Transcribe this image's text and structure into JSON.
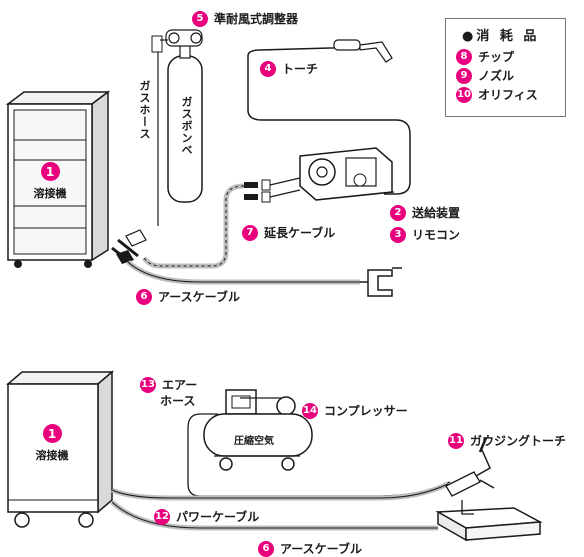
{
  "consumables": {
    "title": "●消 耗 品",
    "items": [
      {
        "num": "8",
        "label": "チップ"
      },
      {
        "num": "9",
        "label": "ノズル"
      },
      {
        "num": "10",
        "label": "オリフィス"
      }
    ]
  },
  "top": {
    "welder": {
      "num": "1",
      "label": "溶接機"
    },
    "regulator": {
      "num": "5",
      "label": "準耐風式調整器"
    },
    "torch": {
      "num": "4",
      "label": "トーチ"
    },
    "gas_hose": "ガスホース",
    "gas_cylinder": "ガスボンベ",
    "feeder": {
      "num": "2",
      "label": "送給装置"
    },
    "remote": {
      "num": "3",
      "label": "リモコン"
    },
    "ext_cable": {
      "num": "7",
      "label": "延長ケーブル"
    },
    "earth_cable": {
      "num": "6",
      "label": "アースケーブル"
    }
  },
  "bottom": {
    "welder": {
      "num": "1",
      "label": "溶接機"
    },
    "air_hose": {
      "num": "13",
      "label1": "エアー",
      "label2": "ホース"
    },
    "compressor": {
      "num": "14",
      "label": "コンプレッサー"
    },
    "tank": "圧縮空気",
    "gouging": {
      "num": "11",
      "label": "ガウジングトーチ"
    },
    "power_cable": {
      "num": "12",
      "label": "パワーケーブル"
    },
    "earth_cable": {
      "num": "6",
      "label": "アースケーブル"
    }
  },
  "colors": {
    "accent": "#e8007d",
    "line": "#1a1a1a",
    "gray": "#bdbdbd"
  }
}
